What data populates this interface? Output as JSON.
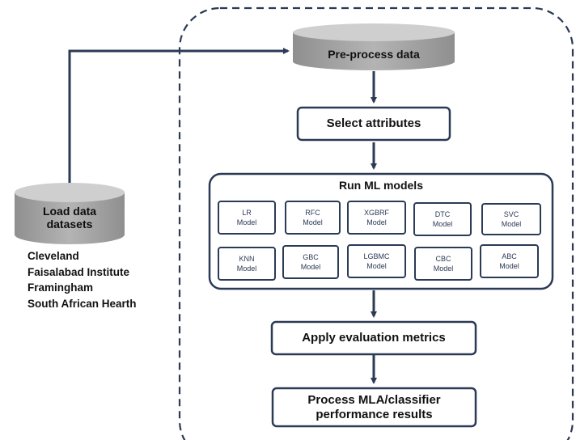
{
  "load_data": {
    "line1": "Load data",
    "line2": "datasets"
  },
  "datasets": [
    "Cleveland",
    "Faisalabad Institute",
    "Framingham",
    "South African Hearth"
  ],
  "preprocess": {
    "label": "Pre-process data"
  },
  "select_attributes": {
    "label": "Select attributes"
  },
  "run_ml": {
    "title": "Run ML models",
    "models_row1": [
      {
        "name": "LR",
        "suffix": "Model"
      },
      {
        "name": "RFC",
        "suffix": "Model"
      },
      {
        "name": "XGBRF",
        "suffix": "Model"
      },
      {
        "name": "DTC",
        "suffix": "Model"
      },
      {
        "name": "SVC",
        "suffix": "Model"
      }
    ],
    "models_row2": [
      {
        "name": "KNN",
        "suffix": "Model"
      },
      {
        "name": "GBC",
        "suffix": "Model"
      },
      {
        "name": "LGBMC",
        "suffix": "Model"
      },
      {
        "name": "CBC",
        "suffix": "Model"
      },
      {
        "name": "ABC",
        "suffix": "Model"
      }
    ]
  },
  "evaluation": {
    "label": "Apply evaluation metrics"
  },
  "results": {
    "line1": "Process MLA/classifier",
    "line2": "performance results"
  },
  "colors": {
    "box_border": "#2b3a55",
    "arrow": "#2b3a55",
    "cylinder_top": "#c9c9c9",
    "cylinder_body": "#a7a7a7"
  }
}
